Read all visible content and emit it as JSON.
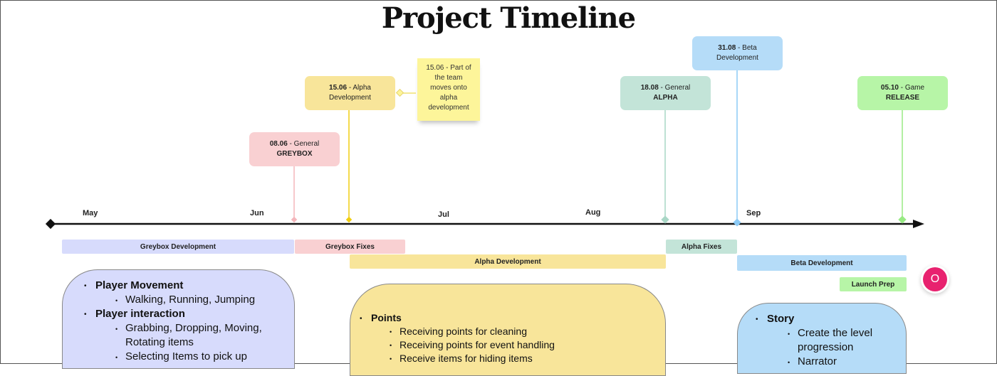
{
  "title": "Project Timeline",
  "months": [
    "May",
    "Jun",
    "Jul",
    "Aug",
    "Sep"
  ],
  "milestones": [
    {
      "date": "08.06",
      "sep": " - ",
      "label": "General",
      "label2": "GREYBOX",
      "color": "#f9d0d2",
      "line": "#f4b6bb"
    },
    {
      "date": "15.06",
      "sep": " - ",
      "label": "Alpha",
      "label2": "Development",
      "color": "#f8e59a",
      "line": "#f0cd10"
    },
    {
      "date": "18.08",
      "sep": " - ",
      "label": "General",
      "label2": "ALPHA",
      "color": "#c3e4d8",
      "line": "#a9d7c6"
    },
    {
      "date": "31.08",
      "sep": " - ",
      "label": "Beta",
      "label2": "Development",
      "color": "#b5dcf8",
      "line": "#8ccaf5"
    },
    {
      "date": "05.10",
      "sep": " - ",
      "label": "Game",
      "label2": "RELEASE",
      "color": "#b7f5a7",
      "line": "#98ea84"
    }
  ],
  "sticky_note": [
    "15.06 - Part of",
    "the team",
    "moves onto",
    "alpha",
    "development"
  ],
  "phases": [
    {
      "label": "Greybox Development",
      "color": "#d7dbfc"
    },
    {
      "label": "Greybox Fixes",
      "color": "#f9d0d2"
    },
    {
      "label": "Alpha Development",
      "color": "#f8e59a"
    },
    {
      "label": "Alpha Fixes",
      "color": "#c3e4d8"
    },
    {
      "label": "Beta Development",
      "color": "#b5dcf8"
    },
    {
      "label": "Launch Prep",
      "color": "#b7f5a7"
    }
  ],
  "panels": {
    "greybox": {
      "color": "#d7dbfc",
      "items": [
        {
          "head": "Player Movement",
          "subs": [
            "Walking, Running, Jumping"
          ]
        },
        {
          "head": "Player interaction",
          "subs": [
            "Grabbing, Dropping, Moving, Rotating items",
            "Selecting Items to pick up"
          ]
        }
      ]
    },
    "alpha": {
      "color": "#f8e59a",
      "items": [
        {
          "head": "Points",
          "subs": [
            "Receiving points for cleaning",
            "Receiving points for event handling",
            "Receive items for hiding items"
          ]
        }
      ]
    },
    "beta": {
      "color": "#b5dcf8",
      "items": [
        {
          "head": "Story",
          "subs": [
            "Create the level progression",
            "Narrator"
          ]
        }
      ]
    }
  },
  "avatar_initial": "O"
}
